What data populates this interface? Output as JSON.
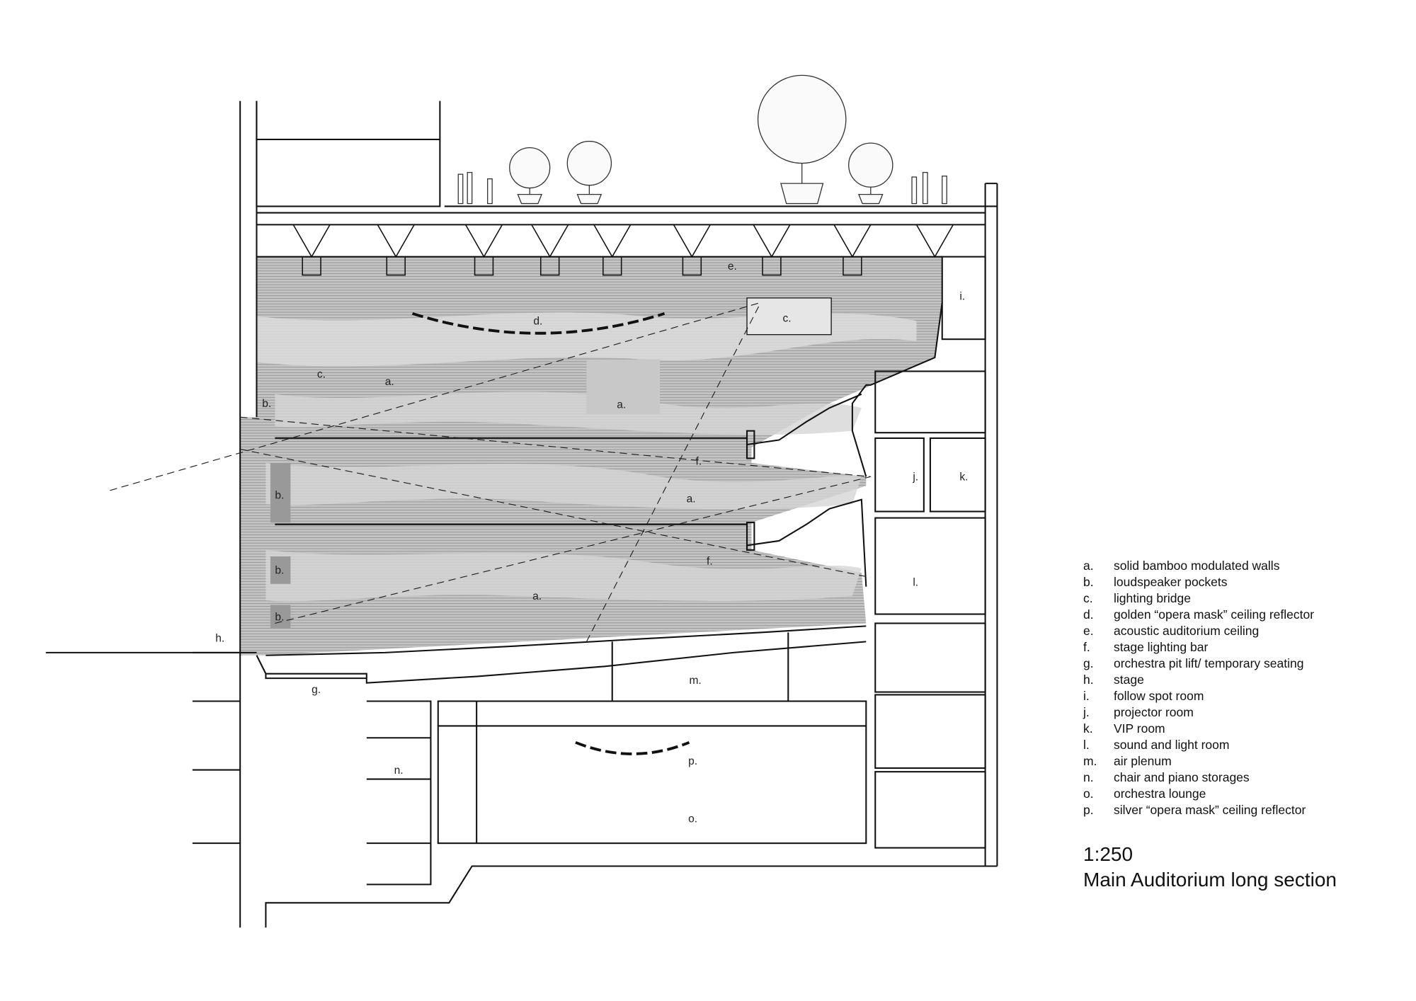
{
  "drawing_labels": [
    "e.",
    "i.",
    "d.",
    "c.",
    "c.",
    "a.",
    "b.",
    "a.",
    "j.",
    "k.",
    "f.",
    "a.",
    "b.",
    "f.",
    "l.",
    "b.",
    "a.",
    "b.",
    "h.",
    "g.",
    "m.",
    "n.",
    "p.",
    "o."
  ],
  "legend": [
    {
      "key": "a.",
      "text": "solid bamboo modulated walls"
    },
    {
      "key": "b.",
      "text": "loudspeaker pockets"
    },
    {
      "key": "c.",
      "text": "lighting bridge"
    },
    {
      "key": "d.",
      "text": "golden “opera mask” ceiling reflector"
    },
    {
      "key": "e.",
      "text": "acoustic auditorium ceiling"
    },
    {
      "key": "f.",
      "text": "stage lighting bar"
    },
    {
      "key": "g.",
      "text": "orchestra pit lift/ temporary seating"
    },
    {
      "key": "h.",
      "text": "stage"
    },
    {
      "key": "i.",
      "text": "follow spot room"
    },
    {
      "key": "j.",
      "text": "projector room"
    },
    {
      "key": "k.",
      "text": "VIP room"
    },
    {
      "key": "l.",
      "text": "sound and light room"
    },
    {
      "key": "m.",
      "text": "air plenum"
    },
    {
      "key": "n.",
      "text": "chair and piano storages"
    },
    {
      "key": "o.",
      "text": "orchestra lounge"
    },
    {
      "key": "p.",
      "text": "silver “opera mask” ceiling reflector"
    }
  ],
  "scale": "1:250",
  "title": "Main Auditorium long section",
  "colors": {
    "fill_gray": "#b9b9b9",
    "light_wall": "#dedede",
    "line": "#111111"
  }
}
